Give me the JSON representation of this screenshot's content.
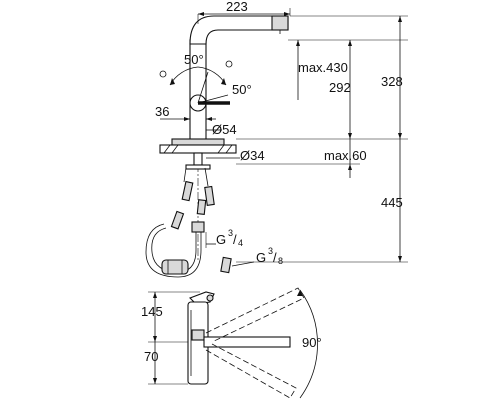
{
  "dimensions": {
    "spout_reach": "223",
    "max_height": "max.430",
    "swivel_left": "50°",
    "swivel_right": "50°",
    "spout_height": "292",
    "total_top": "328",
    "offset_36": "36",
    "diameter_54": "Ø54",
    "diameter_34": "Ø34",
    "max_deck": "max.60",
    "below_deck": "445",
    "connection_g34": {
      "base": "G",
      "num": "3",
      "den": "4"
    },
    "connection_g38": {
      "base": "G",
      "num": "3",
      "den": "8"
    },
    "plan_145": "145",
    "plan_70": "70",
    "plan_angle": "90°"
  }
}
